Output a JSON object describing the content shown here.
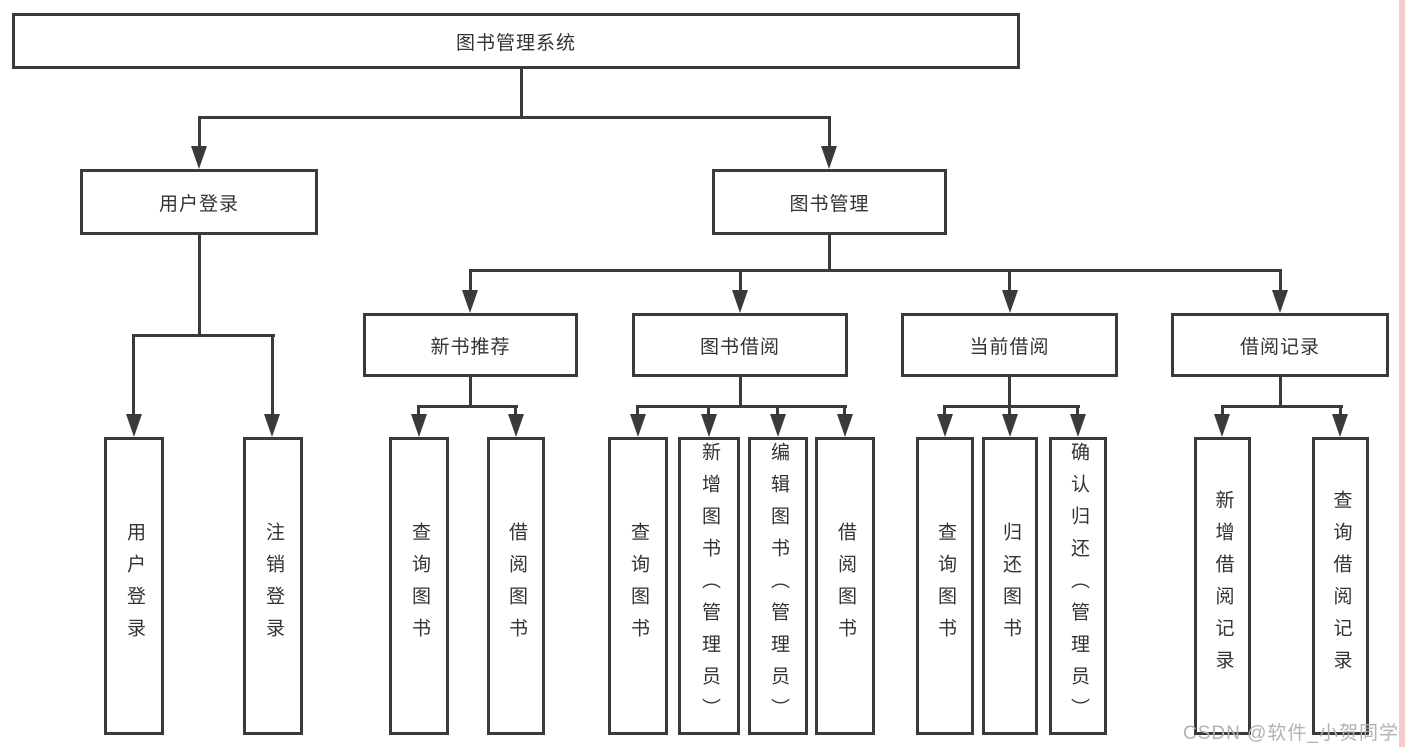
{
  "diagram": {
    "root": {
      "label": "图书管理系统"
    },
    "level2": [
      {
        "label": "用户登录",
        "children": [
          "用户登录",
          "注销登录"
        ]
      },
      {
        "label": "图书管理"
      }
    ],
    "level3": [
      {
        "label": "新书推荐",
        "children": [
          "查询图书",
          "借阅图书"
        ]
      },
      {
        "label": "图书借阅",
        "children": [
          "查询图书",
          "新增图书（管理员）",
          "编辑图书（管理员）",
          "借阅图书"
        ]
      },
      {
        "label": "当前借阅",
        "children": [
          "查询图书",
          "归还图书",
          "确认归还（管理员）"
        ]
      },
      {
        "label": "借阅记录",
        "children": [
          "新增借阅记录",
          "查询借阅记录"
        ]
      }
    ]
  },
  "watermark": {
    "text": "CSDN @软件_小贺同学"
  },
  "colors": {
    "line": "#3a3a3a",
    "text": "#333333",
    "watermark": "#b2b2b2",
    "right_strip": "#f5caca",
    "background": "#ffffff"
  }
}
